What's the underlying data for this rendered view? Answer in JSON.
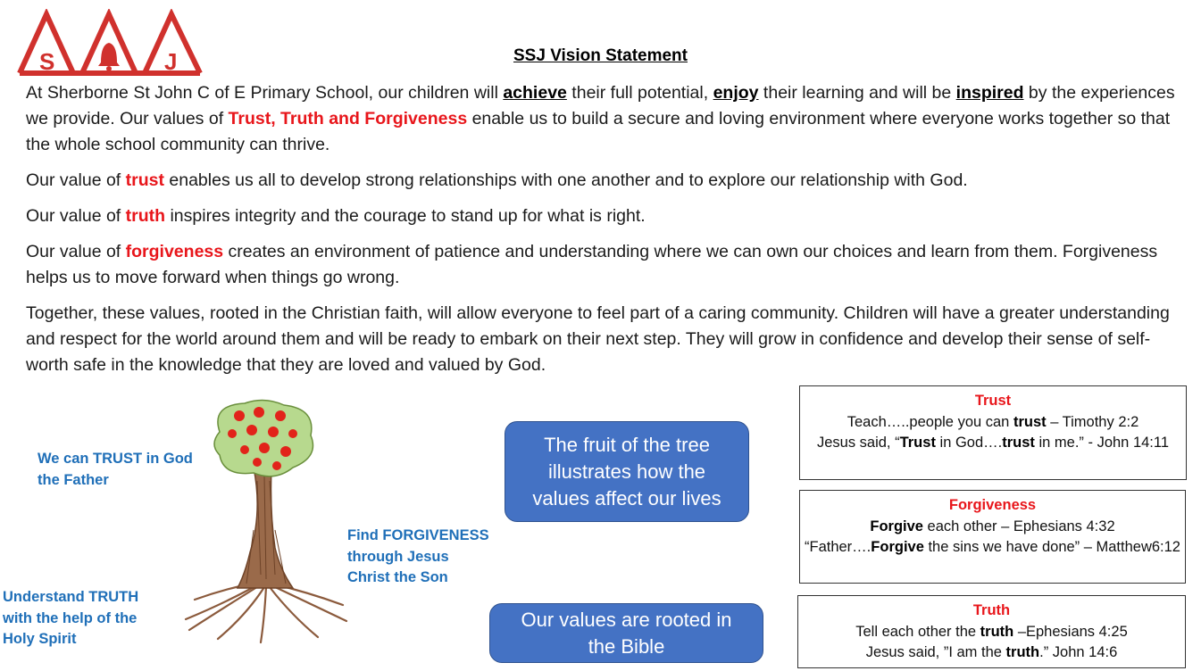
{
  "header": {
    "logo_letters": [
      "S",
      "J"
    ],
    "title": "SSJ Vision Statement"
  },
  "intro": {
    "p1": {
      "t1": "At Sherborne St John C of E Primary School, our children will ",
      "k1": "achieve",
      "t2": " their full potential, ",
      "k2": "enjoy",
      "t3": " their learning and will be ",
      "k3": "inspired",
      "t4": " by the experiences we provide. Our values of ",
      "values": "Trust, Truth and Forgiveness",
      "t5": " enable us to build a secure and loving environment where everyone works together so that the whole school community can thrive."
    },
    "p2": {
      "a": "Our value of ",
      "kw": "trust",
      "b": " enables us all to develop strong relationships with one another and to explore our relationship with God."
    },
    "p3": {
      "a": "Our value of ",
      "kw": "truth",
      "b": " inspires integrity and the courage to stand up for what is right."
    },
    "p4": {
      "a": "Our value of ",
      "kw": "forgiveness",
      "b": " creates an environment of patience and understanding where we can own our choices and learn from them. Forgiveness helps us to move forward when things go wrong."
    },
    "p5": "Together, these values, rooted in the Christian faith, will allow everyone to feel part of a caring community. Children will have a greater understanding and respect for the world around them and will be ready to embark on their next step. They will grow in confidence and develop their sense of self-worth safe in the knowledge that they are loved and valued by God."
  },
  "diagram": {
    "trust_label": {
      "l1": "We can TRUST in God",
      "l2": "the Father"
    },
    "forgiveness_label": {
      "l1": "Find FORGIVENESS",
      "l2": "through Jesus",
      "l3": "Christ the Son"
    },
    "truth_label": {
      "l1": "Understand TRUTH",
      "l2": "with the help of the",
      "l3": "Holy Spirit"
    },
    "fruit_bubble": {
      "l1": "The fruit of  the tree",
      "l2": "illustrates  how the",
      "l3": "values affect our lives"
    },
    "bible_bubble": {
      "l1": "Our values are rooted in",
      "l2": "the Bible"
    }
  },
  "boxes": {
    "trust": {
      "title": "Trust",
      "l1a": "Teach…..people you can ",
      "l1k": "trust",
      "l1b": " – Timothy 2:2",
      "l2a": "Jesus said, “",
      "l2k1": "Trust",
      "l2b": " in God….",
      "l2k2": "trust",
      "l2c": " in me.”  - John 14:11"
    },
    "forgiveness": {
      "title": "Forgiveness",
      "l1k": "Forgive",
      "l1b": " each other – Ephesians 4:32",
      "l2a": "“Father….",
      "l2k": "Forgive",
      "l2b": " the sins we have done” – Matthew6:12"
    },
    "truth": {
      "title": "Truth",
      "l1a": "Tell each other the ",
      "l1k": "truth",
      "l1b": " –Ephesians 4:25",
      "l2a": "Jesus said, ”I am the ",
      "l2k": "truth",
      "l2b": ".” John 14:6"
    }
  },
  "colors": {
    "accent_red": "#e8161b",
    "label_blue": "#1f6fb8",
    "bubble_blue": "#4472c4",
    "logo_red": "#d0312d"
  }
}
